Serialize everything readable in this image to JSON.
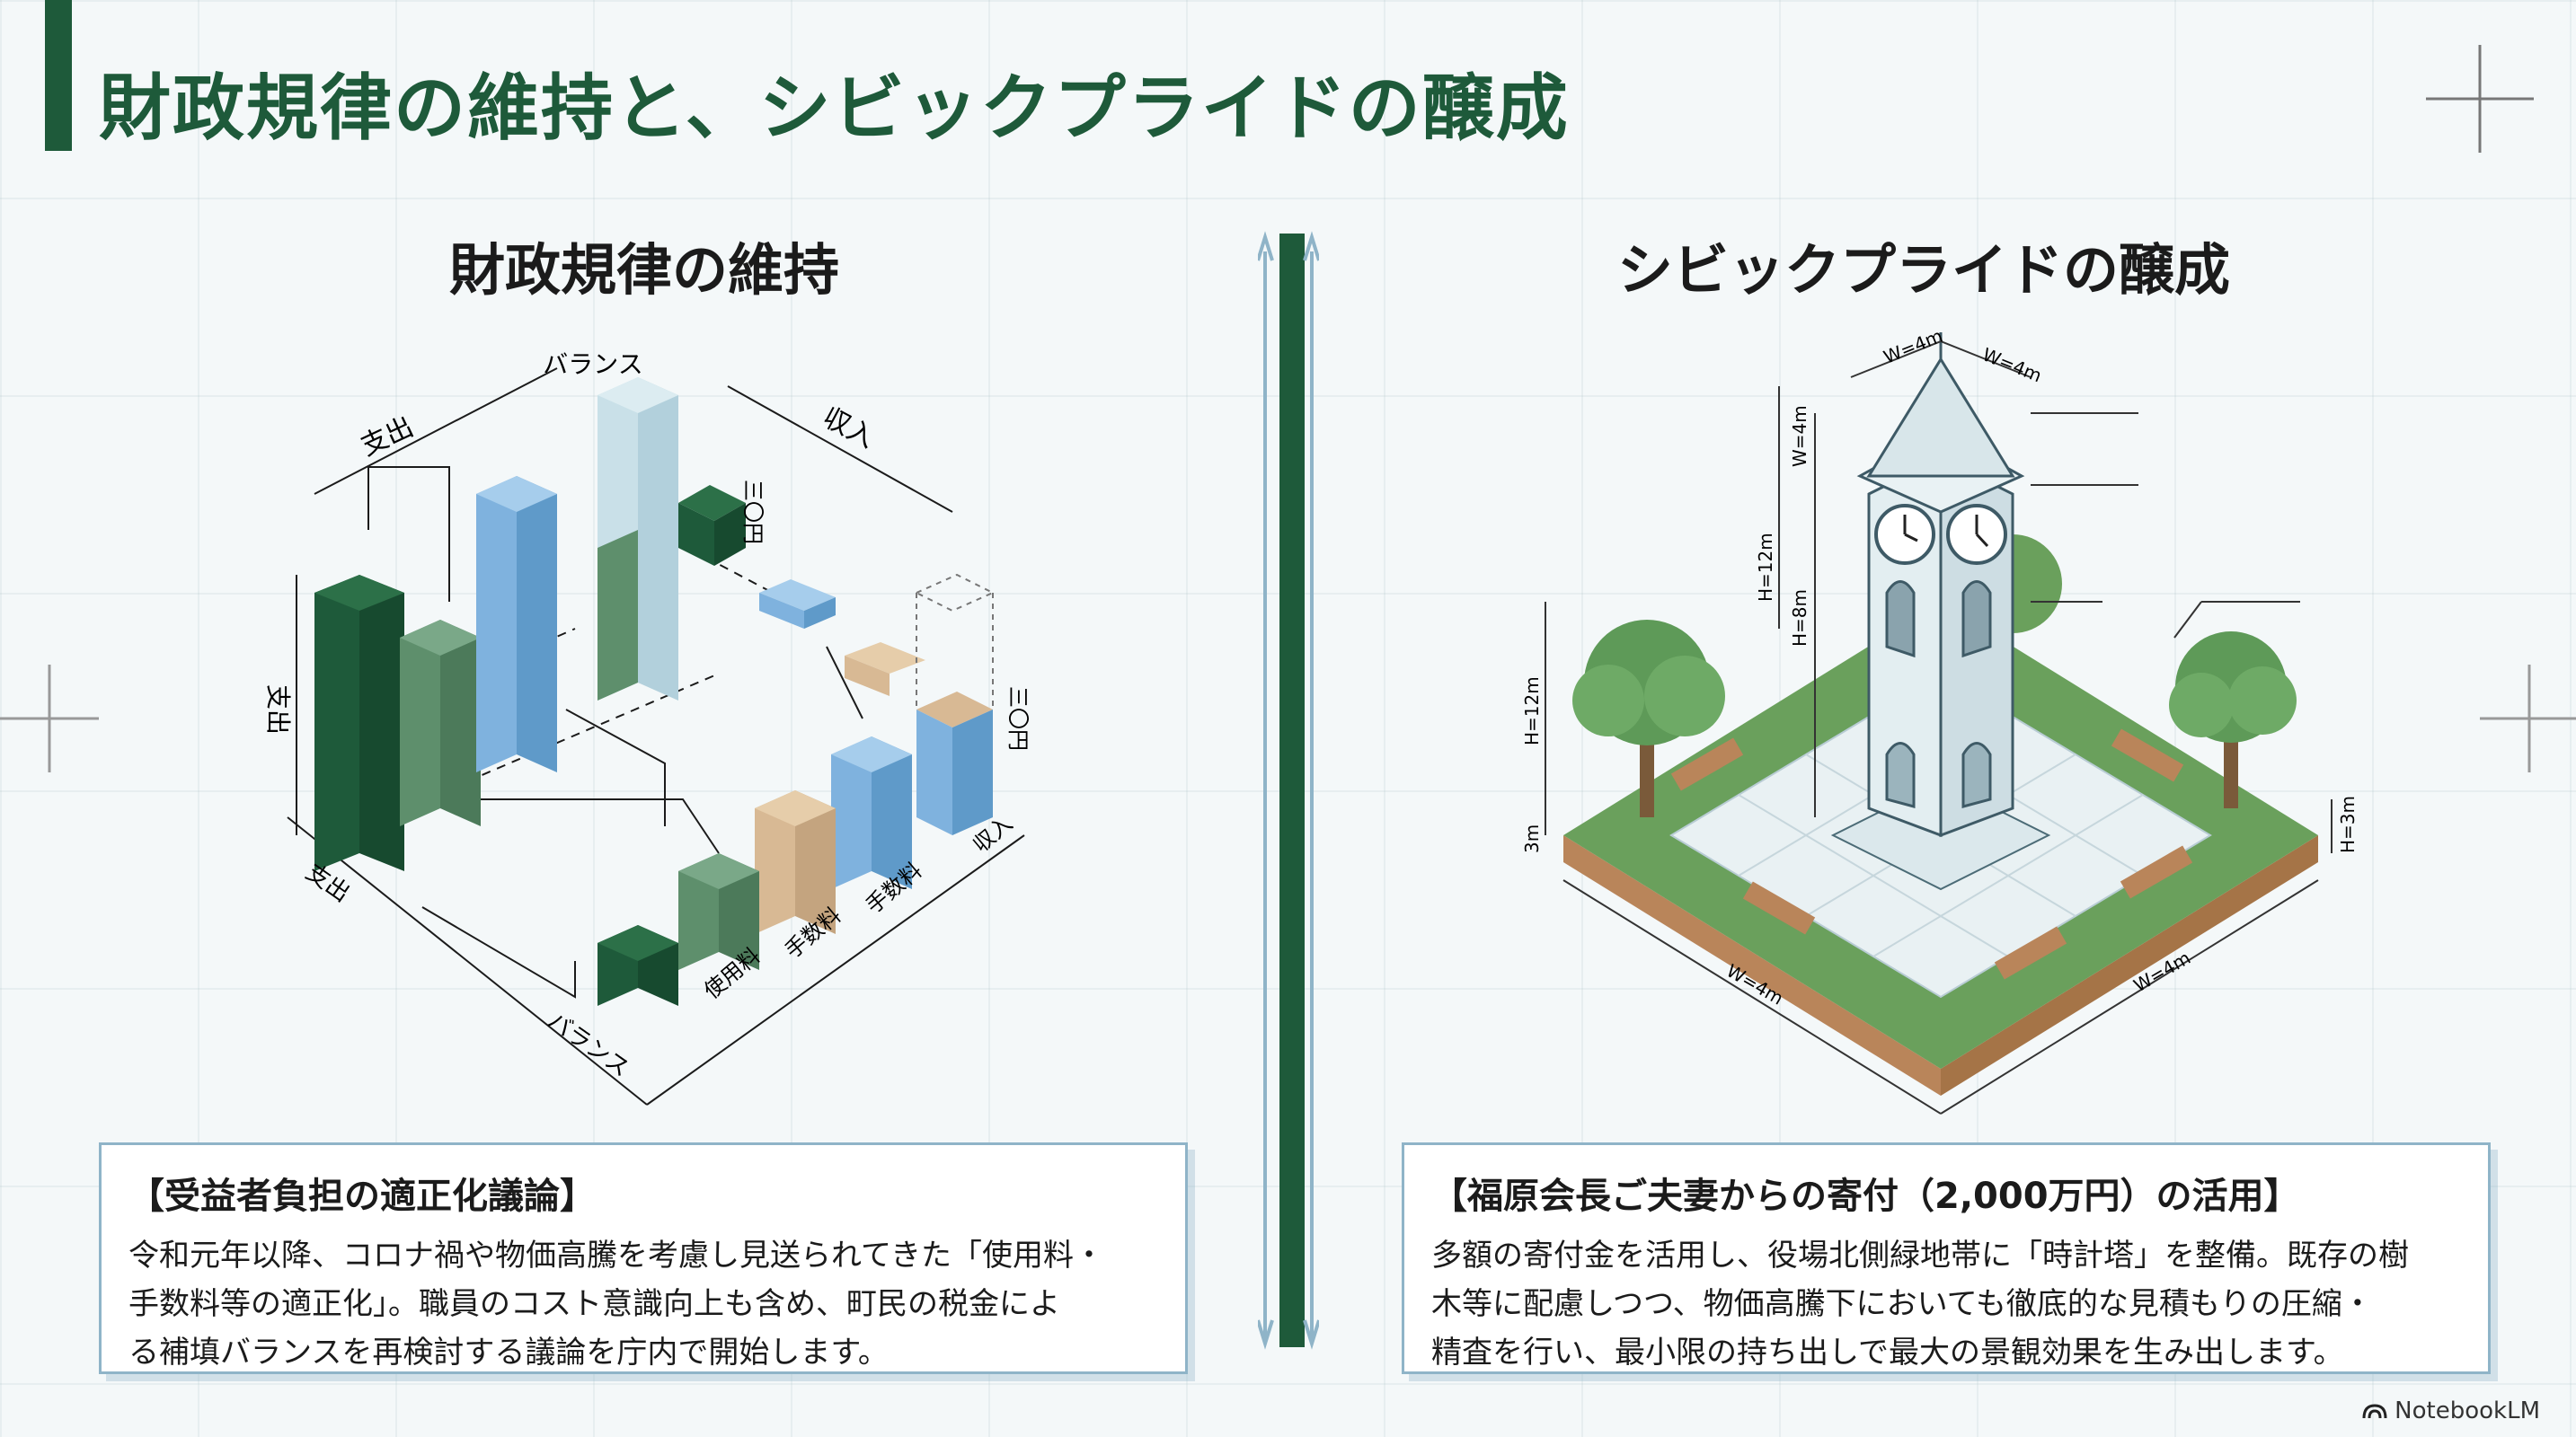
{
  "header": {
    "title": "財政規律の維持と、シビックプライドの醸成"
  },
  "left": {
    "title": "財政規律の維持",
    "chart_labels": {
      "balance": "バランス",
      "expense": "支出",
      "income": "収入",
      "unit_top": "三〇円",
      "unit_mid": "三〇円",
      "axis_expense": "支出",
      "axis_usage": "使用料",
      "axis_fee": "手数料",
      "axis_fee2": "手数料",
      "axis_income": "収入",
      "axis_balance": "バランス"
    },
    "box": {
      "heading": "【受益者負担の適正化議論】",
      "lines": [
        "令和元年以降、コロナ禍や物価高騰を考慮し見送られてきた「使用料・",
        "手数料等の適正化」。職員のコスト意識向上も含め、町民の税金によ",
        "る補填バランスを再検討する議論を庁内で開始します。"
      ]
    }
  },
  "right": {
    "title": "シビックプライドの醸成",
    "dims": {
      "w_top_left": "W=4m",
      "w_top_right": "W=4m",
      "h_4": "W=4m",
      "h_12": "H=12m",
      "h_8": "H=8m",
      "h_12b": "H=12m",
      "h_3": "3m",
      "h_3r": "H=3m",
      "w_bottom_left": "W=4m",
      "w_bottom_right": "W=4m"
    },
    "box": {
      "heading": "【福原会長ご夫妻からの寄付（2,000万円）の活用】",
      "lines": [
        "多額の寄付金を活用し、役場北側緑地帯に「時計塔」を整備。既存の樹",
        "木等に配慮しつつ、物価高騰下においても徹底的な見積もりの圧縮・",
        "精査を行い、最小限の持ち出しで最大の景観効果を生み出します。"
      ]
    }
  },
  "footer": {
    "logo": "NotebookLM"
  },
  "colors": {
    "dark_green": "#1e5a3a",
    "mid_green": "#5e8f6c",
    "light_blue": "#7fb2de",
    "tan": "#d8b994",
    "outline_blue": "#8fb4c8"
  }
}
